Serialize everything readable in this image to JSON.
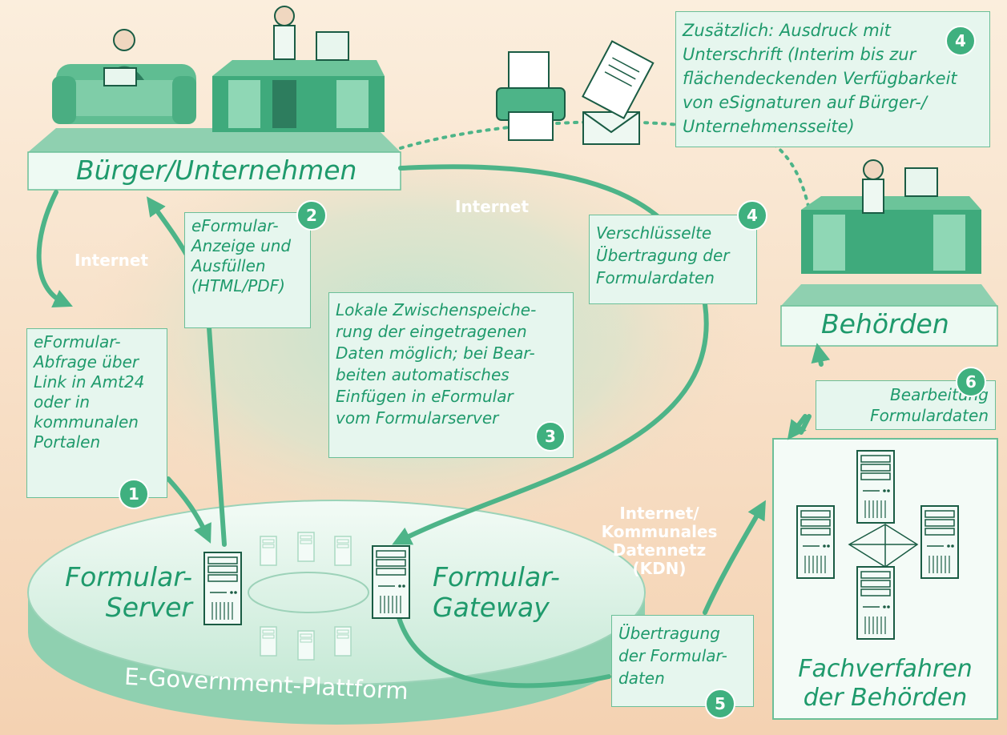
{
  "colors": {
    "background": "#f7dcc0",
    "green": "#1f9a6c",
    "box_fill": "#e6f6ee",
    "box_border": "#6bbf98",
    "badge": "#3fb07f"
  },
  "citizen": {
    "label": "Bürger/Unternehmen"
  },
  "authority": {
    "label": "Behörden"
  },
  "processing": {
    "lines": [
      "Fachverfahren",
      "der Behörden"
    ]
  },
  "platform": {
    "label": "E-Government-Plattform"
  },
  "form_server": {
    "lines": [
      "Formular-",
      "Server"
    ]
  },
  "form_gateway": {
    "lines": [
      "Formular-",
      "Gateway"
    ]
  },
  "network_labels": {
    "internet_left": "Internet",
    "internet_top": "Internet",
    "kdn": [
      "Internet/",
      "Kommunales",
      "Datennetz",
      "(KDN)"
    ]
  },
  "steps": [
    {
      "number": "1",
      "lines": [
        "eFormular-",
        "Abfrage über",
        "Link in Amt24",
        "oder in",
        "kommunalen",
        "Portalen"
      ]
    },
    {
      "number": "2",
      "lines": [
        "eFormular-",
        "Anzeige und",
        "Ausfüllen",
        "(HTML/PDF)"
      ]
    },
    {
      "number": "3",
      "lines": [
        "Lokale Zwischenspeiche-",
        "rung der eingetragenen",
        "Daten möglich; bei Bear-",
        "beiten automatisches",
        "Einfügen in eFormular",
        "vom Formularserver"
      ]
    },
    {
      "number": "4",
      "lines": [
        "Verschlüsselte",
        "Übertragung der",
        "Formulardaten"
      ]
    },
    {
      "number": "4",
      "lines": [
        "Zusätzlich: Ausdruck mit",
        "Unterschrift (Interim bis zur",
        "flächendeckenden Verfügbarkeit",
        "von eSignaturen auf Bürger-/",
        "Unternehmensseite)"
      ]
    },
    {
      "number": "5",
      "lines": [
        "Übertragung",
        "der Formular-",
        "daten"
      ]
    },
    {
      "number": "6",
      "lines": [
        "Bearbeitung",
        "Formulardaten"
      ]
    }
  ]
}
